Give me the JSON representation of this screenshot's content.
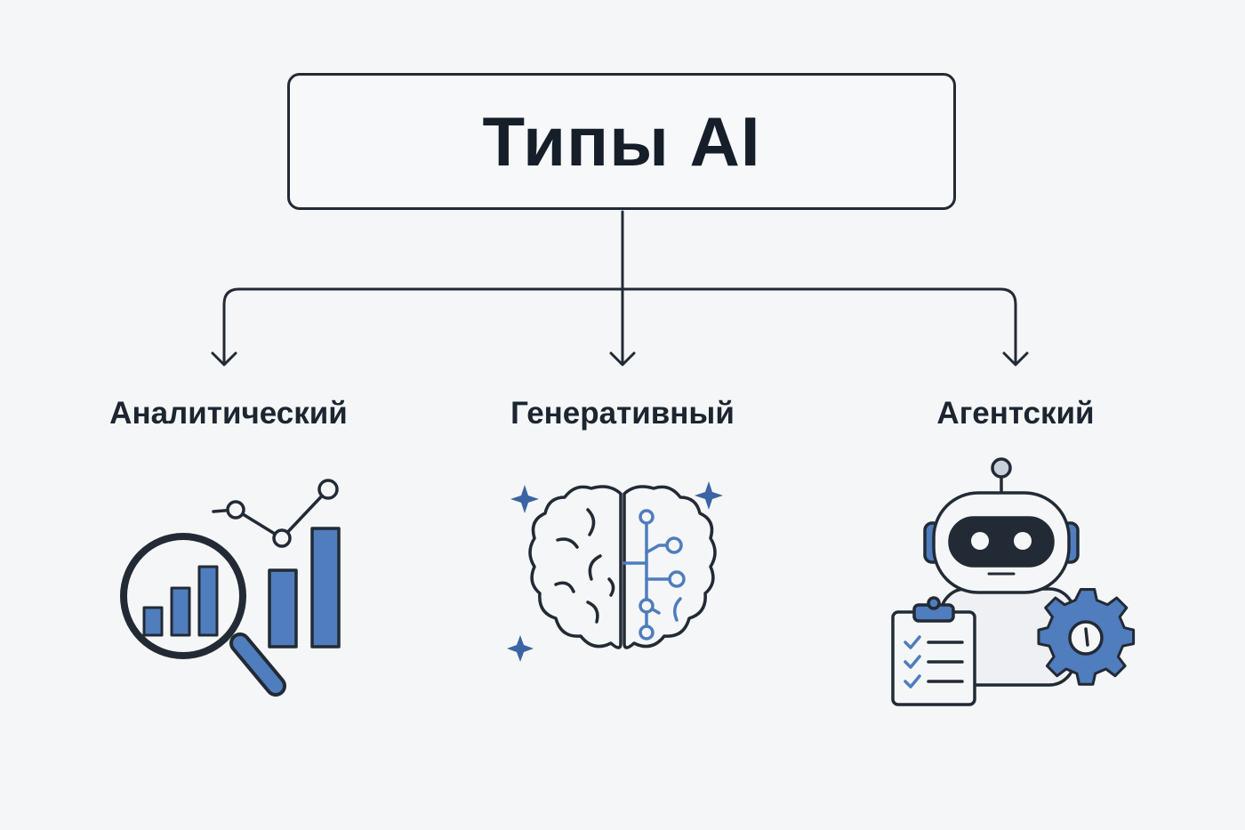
{
  "diagram": {
    "root": {
      "title": "Типы AI"
    },
    "branches": [
      {
        "label": "Аналитический",
        "icon": "analytics-magnifier-chart-icon"
      },
      {
        "label": "Генеративный",
        "icon": "brain-circuit-icon"
      },
      {
        "label": "Агентский",
        "icon": "robot-agent-icon"
      }
    ]
  },
  "colors": {
    "stroke": "#222a35",
    "accent": "#4f7dbd",
    "accent_dark": "#3b64a3",
    "background": "#f5f6f7"
  }
}
